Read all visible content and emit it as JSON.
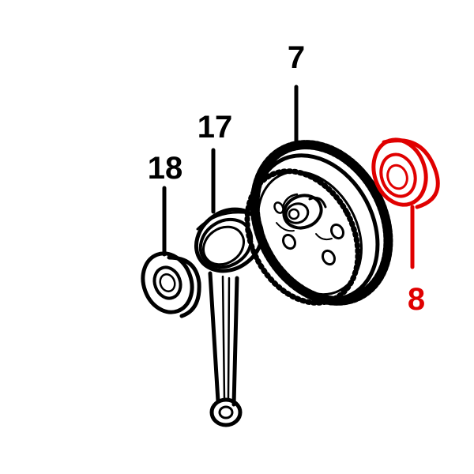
{
  "parts": [
    {
      "number": "7",
      "color": "#000000",
      "highlighted": false
    },
    {
      "number": "17",
      "color": "#000000",
      "highlighted": false
    },
    {
      "number": "18",
      "color": "#000000",
      "highlighted": false
    },
    {
      "number": "8",
      "color": "#e00000",
      "highlighted": true
    }
  ],
  "colors": {
    "line": "#000000",
    "highlight": "#e00000",
    "background": "#ffffff"
  }
}
